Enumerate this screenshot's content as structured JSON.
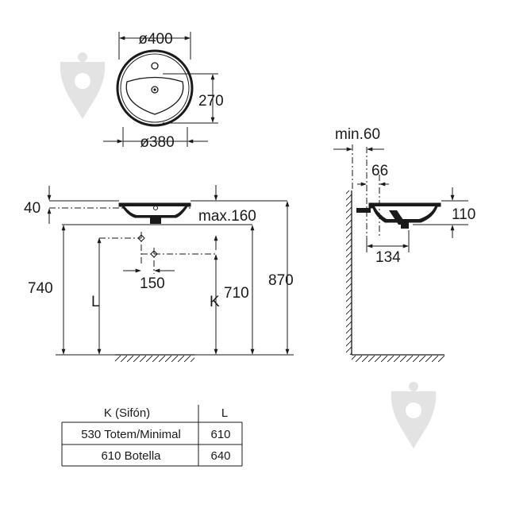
{
  "top_view": {
    "outer_diameter": "ø400",
    "depth": "270",
    "inner_diameter": "ø380"
  },
  "front_view": {
    "rim_height": "40",
    "max_depth": "max.160",
    "height_740": "740",
    "label_L": "L",
    "spacing_150": "150",
    "label_K": "K",
    "height_710": "710",
    "height_870": "870"
  },
  "side_view": {
    "min_gap": "min.60",
    "offset_66": "66",
    "depth_110": "110",
    "width_134": "134"
  },
  "table": {
    "headers": [
      "K (Sifón)",
      "L"
    ],
    "rows": [
      [
        "530 Totem/Minimal",
        "610"
      ],
      [
        "610 Botella",
        "640"
      ]
    ]
  },
  "watermark_icons": [
    "tag-drop-icon",
    "tag-drop-icon"
  ]
}
